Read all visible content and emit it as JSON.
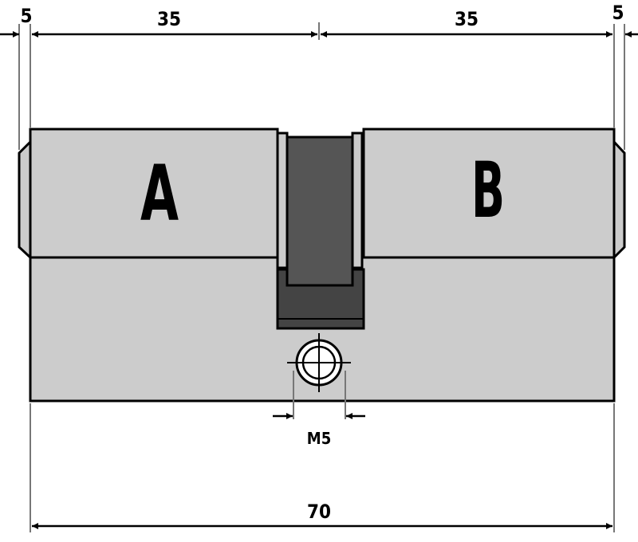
{
  "dimensions": {
    "left_cam_offset": "5",
    "side_a_length": "35",
    "side_b_length": "35",
    "right_cam_offset": "5",
    "total_length": "70",
    "screw_thread": "M5"
  },
  "labels": {
    "side_a": "A",
    "side_b": "B"
  },
  "colors": {
    "body": "#cccccc",
    "cam": "#555555",
    "cam_slot": "#444444",
    "outline": "#000000",
    "background": "#ffffff"
  }
}
